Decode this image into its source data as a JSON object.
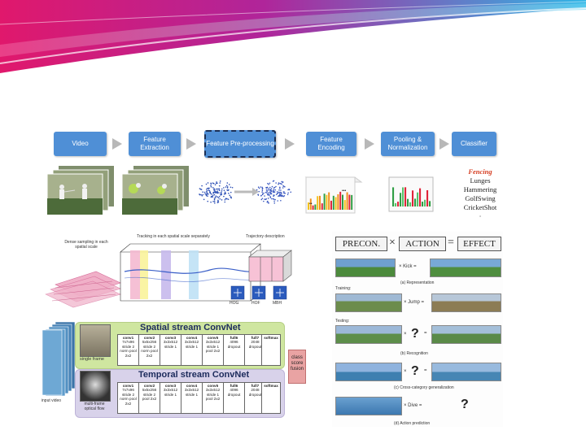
{
  "pipeline": {
    "boxes": [
      "Video",
      "Feature Extraction",
      "Feature Pre-processing",
      "Feature Encoding",
      "Pooling & Normalization",
      "Classifier"
    ],
    "classes": [
      "Fencing",
      "Lunges",
      "Hammering",
      "GolfSwing",
      "CricketShot",
      "·"
    ]
  },
  "trajectory": {
    "label_dense": "Dense sampling in each spatial scale",
    "label_tracking": "Tracking in each spatial scale separately",
    "label_descriptor": "Trajectory description",
    "descriptors": [
      "HOG",
      "HOF",
      "MBH"
    ]
  },
  "action_panel": {
    "precon": "PRECON.",
    "action": "ACTION",
    "effect": "EFFECT",
    "times": "×",
    "equals": "=",
    "row_a_label": "× Kick =",
    "caption_a": "(a) Representation",
    "training_label": "Training:",
    "row_b_label": "× Jump =",
    "testing_label": "Testing:",
    "caption_b": "(b) Recognition",
    "caption_c": "(c) Cross-category generalization",
    "caption_d": "(d) Action prediction",
    "row_d_label": "× Dive =",
    "question": "?"
  },
  "convnet": {
    "spatial_title": "Spatial stream ConvNet",
    "temporal_title": "Temporal stream ConvNet",
    "spatial_input": "single frame",
    "temporal_input": "multi-frame optical flow",
    "input_video": "input video",
    "fusion": "class score fusion",
    "spatial_layers": [
      {
        "name": "conv1",
        "desc": "7x7x96 stride 2 norm pool 2x2"
      },
      {
        "name": "conv2",
        "desc": "5x5x256 stride 2 norm pool 2x2"
      },
      {
        "name": "conv3",
        "desc": "3x3x512 stride 1"
      },
      {
        "name": "conv4",
        "desc": "3x3x512 stride 1"
      },
      {
        "name": "conv5",
        "desc": "3x3x512 stride 1 pool 2x2"
      },
      {
        "name": "full6",
        "desc": "4096 dropout"
      },
      {
        "name": "full7",
        "desc": "2048 dropout"
      },
      {
        "name": "softmax",
        "desc": ""
      }
    ],
    "temporal_layers": [
      {
        "name": "conv1",
        "desc": "7x7x96 stride 2 norm pool 2x2"
      },
      {
        "name": "conv2",
        "desc": "5x5x256 stride 2 pool 2x2"
      },
      {
        "name": "conv3",
        "desc": "3x3x512 stride 1"
      },
      {
        "name": "conv4",
        "desc": "3x3x512 stride 1"
      },
      {
        "name": "conv5",
        "desc": "3x3x512 stride 1 pool 2x2"
      },
      {
        "name": "full6",
        "desc": "4096 dropout"
      },
      {
        "name": "full7",
        "desc": "2048 dropout"
      },
      {
        "name": "softmax",
        "desc": ""
      }
    ]
  },
  "colors": {
    "accent_magenta": "#e0186c",
    "accent_cyan": "#19c0e8",
    "pipeline_blue": "#4f8fd6",
    "spatial_bg": "#cfe6a0",
    "temporal_bg": "#d8d2ea",
    "fusion_bg": "#e9a3a3"
  }
}
